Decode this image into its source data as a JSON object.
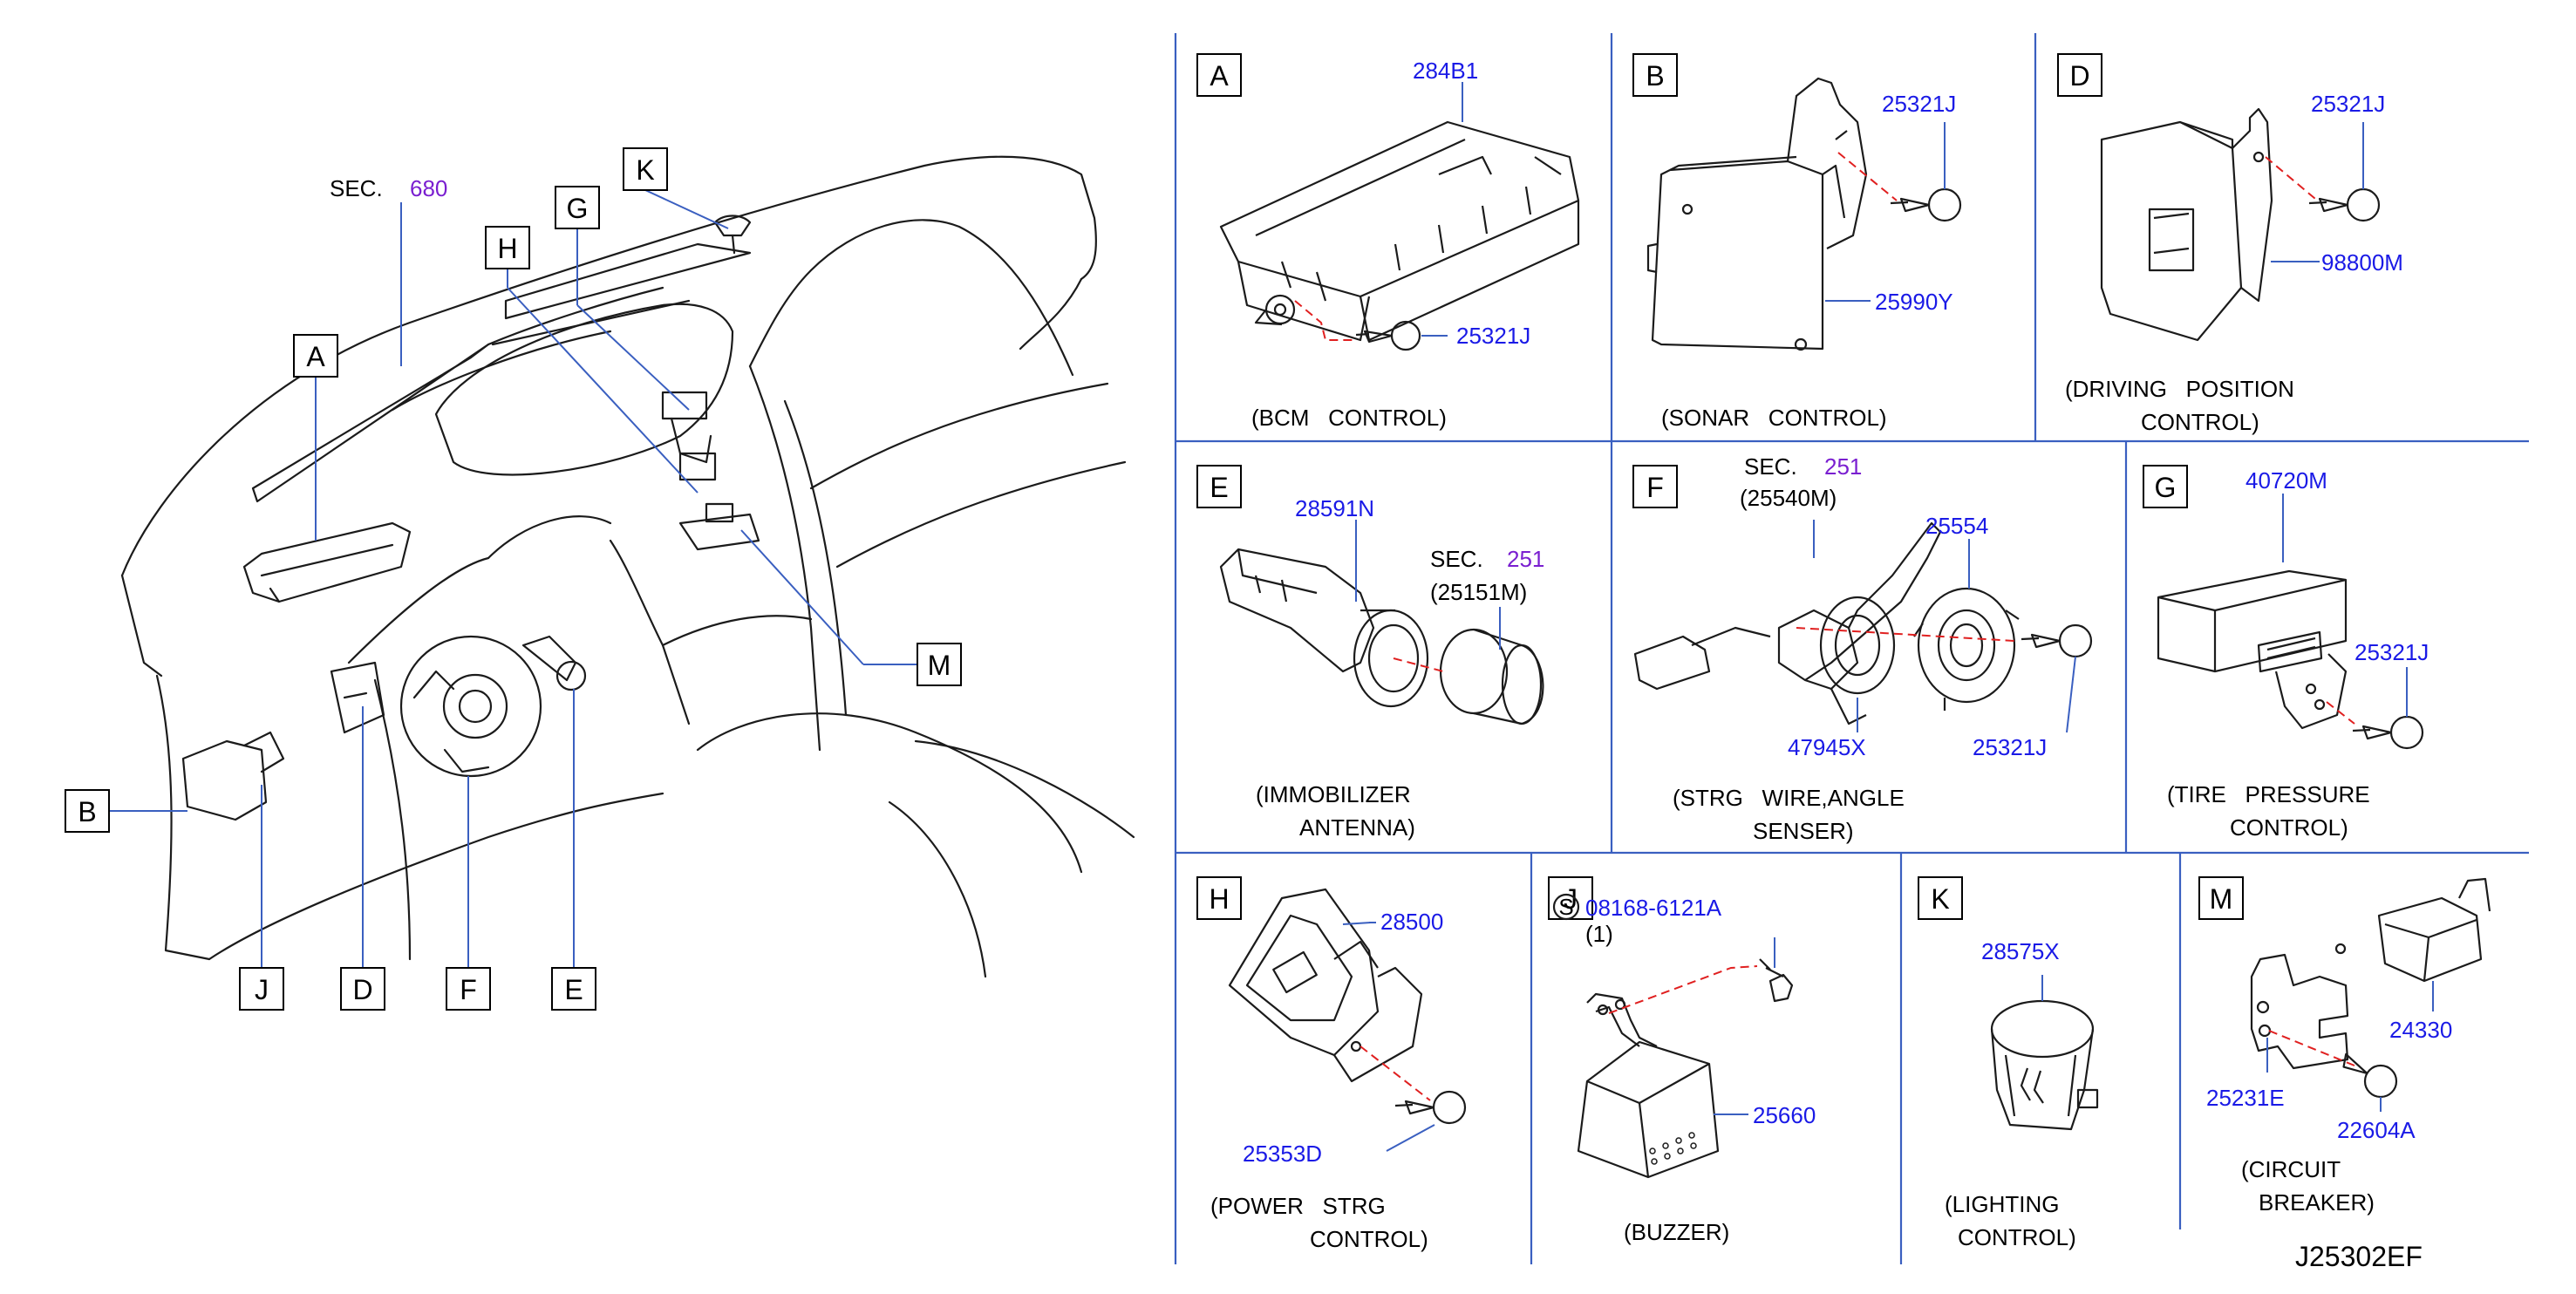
{
  "colors": {
    "part_number": "#1a1ae6",
    "section_ref": "#7a1fd0",
    "leader": "#1a1ae6",
    "grid": "#3a5fc0",
    "dash": "#e02020"
  },
  "overview": {
    "sec_label": "SEC.",
    "sec_number": "680",
    "callouts": [
      "A",
      "B",
      "D",
      "E",
      "F",
      "G",
      "H",
      "J",
      "K",
      "M"
    ]
  },
  "panels": {
    "A": {
      "letter": "A",
      "parts": [
        "284B1",
        "25321J"
      ],
      "caption": [
        "(BCM   CONTROL)"
      ]
    },
    "B": {
      "letter": "B",
      "parts": [
        "25321J",
        "25990Y"
      ],
      "caption": [
        "(SONAR   CONTROL)"
      ]
    },
    "D": {
      "letter": "D",
      "parts": [
        "25321J",
        "98800M"
      ],
      "caption": [
        "(DRIVING   POSITION",
        "CONTROL)"
      ]
    },
    "E": {
      "letter": "E",
      "parts": [
        "28591N"
      ],
      "sec_label": "SEC.",
      "sec_number": "251",
      "sub": "(25151M)",
      "caption": [
        "(IMMOBILIZER",
        "ANTENNA)"
      ]
    },
    "F": {
      "letter": "F",
      "sec_label": "SEC.",
      "sec_number": "251",
      "sub": "(25540M)",
      "parts": [
        "25554",
        "47945X",
        "25321J"
      ],
      "caption": [
        "(STRG   WIRE,ANGLE",
        "SENSER)"
      ]
    },
    "G": {
      "letter": "G",
      "parts": [
        "40720M",
        "25321J"
      ],
      "caption": [
        "(TIRE   PRESSURE",
        "CONTROL)"
      ]
    },
    "H": {
      "letter": "H",
      "parts": [
        "28500",
        "25353D"
      ],
      "caption": [
        "(POWER   STRG",
        "CONTROL)"
      ]
    },
    "J": {
      "letter": "J",
      "symbol": "S",
      "parts": [
        "08168-6121A",
        "25660"
      ],
      "qty": "(1)",
      "caption": [
        "(BUZZER)"
      ]
    },
    "K": {
      "letter": "K",
      "parts": [
        "28575X"
      ],
      "caption": [
        "(LIGHTING",
        "CONTROL)"
      ]
    },
    "M": {
      "letter": "M",
      "parts": [
        "24330",
        "25231E",
        "22604A"
      ],
      "caption": [
        "(CIRCUIT",
        "BREAKER)"
      ]
    }
  },
  "drawing_ref": "J25302EF"
}
